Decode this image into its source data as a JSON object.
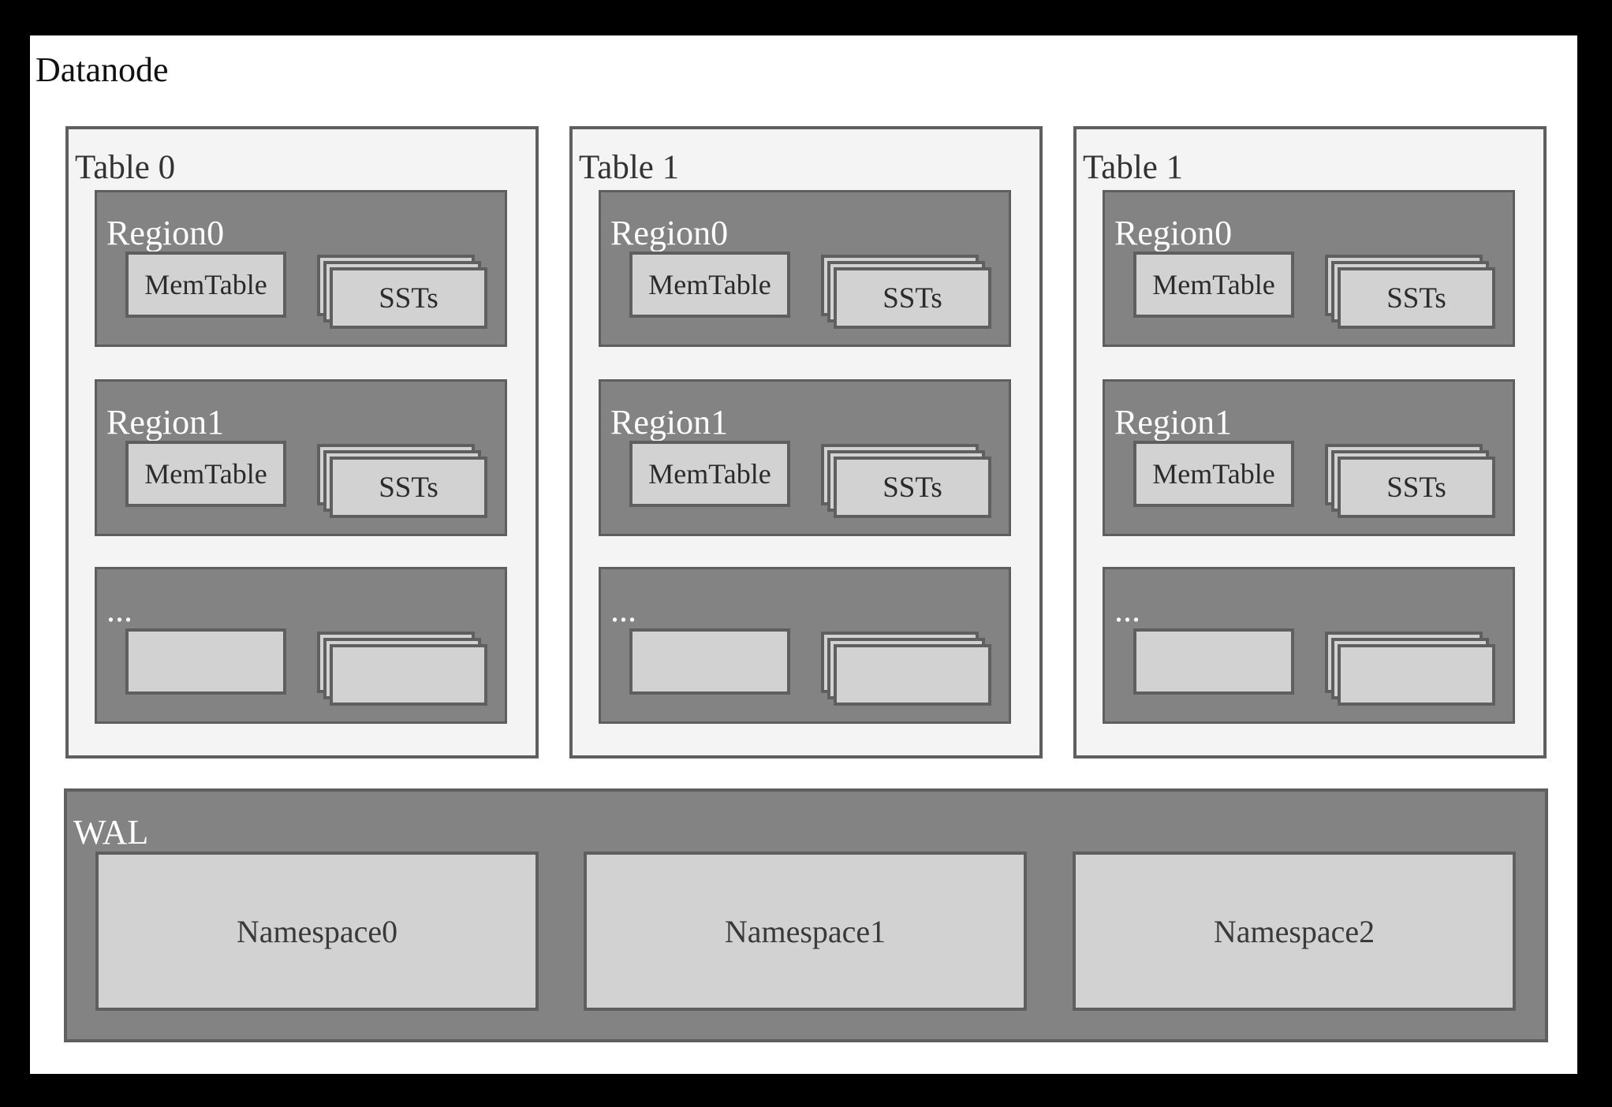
{
  "diagram": {
    "title": "Datanode",
    "tables": [
      {
        "label": "Table 0",
        "regions": [
          {
            "label": "Region0",
            "memtable": "MemTable",
            "ssts": "SSTs"
          },
          {
            "label": "Region1",
            "memtable": "MemTable",
            "ssts": "SSTs"
          },
          {
            "label": "...",
            "memtable": "",
            "ssts": ""
          }
        ]
      },
      {
        "label": "Table 1",
        "regions": [
          {
            "label": "Region0",
            "memtable": "MemTable",
            "ssts": "SSTs"
          },
          {
            "label": "Region1",
            "memtable": "MemTable",
            "ssts": "SSTs"
          },
          {
            "label": "...",
            "memtable": "",
            "ssts": ""
          }
        ]
      },
      {
        "label": "Table 1",
        "regions": [
          {
            "label": "Region0",
            "memtable": "MemTable",
            "ssts": "SSTs"
          },
          {
            "label": "Region1",
            "memtable": "MemTable",
            "ssts": "SSTs"
          },
          {
            "label": "...",
            "memtable": "",
            "ssts": ""
          }
        ]
      }
    ],
    "wal": {
      "label": "WAL",
      "namespaces": [
        {
          "label": "Namespace0"
        },
        {
          "label": "Namespace1"
        },
        {
          "label": "Namespace2"
        }
      ]
    },
    "colors": {
      "frame": "#000000",
      "page": "#ffffff",
      "table_fill": "#f4f4f4",
      "region_fill": "#838383",
      "inner_box_fill": "#d2d2d2",
      "border": "#5f5f5f",
      "light_text": "#ffffff",
      "dark_text": "#2b2b2b"
    }
  }
}
